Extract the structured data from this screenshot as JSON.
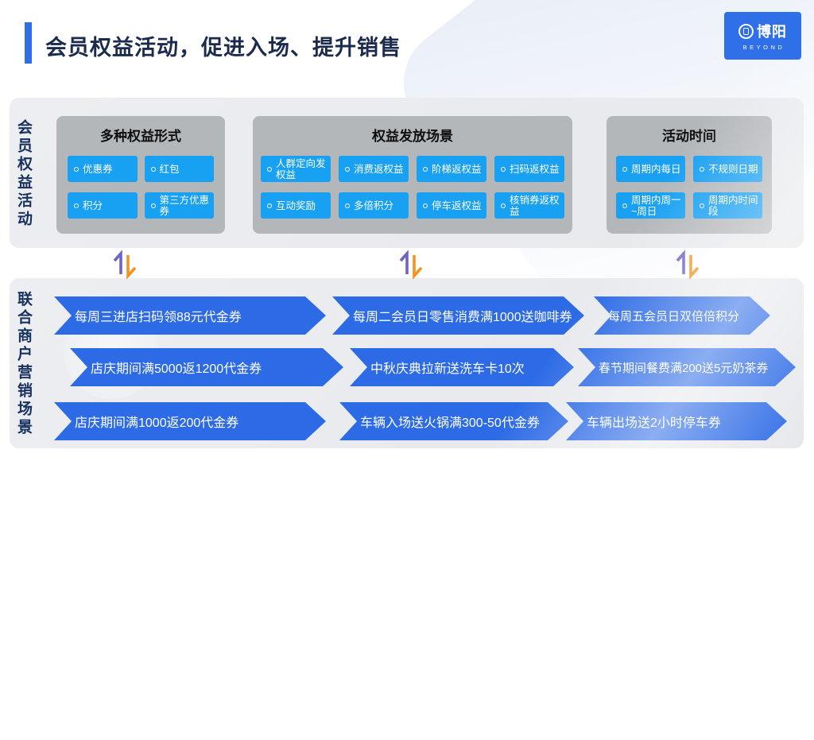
{
  "header": {
    "title": "会员权益活动，促进入场、提升销售",
    "logo": {
      "name_cn": "博阳",
      "name_en": "BEYOND"
    }
  },
  "colors": {
    "accent_blue": "#2E6FE8",
    "pill_blue": "#18A0F2",
    "banner_blue": "#2D6BE6",
    "title_navy": "#1B2B4D",
    "box_gray": "#B4B7BA",
    "panel_gray": "#E9EBEE",
    "arrow_purple": "#6E63C6",
    "arrow_orange": "#F39422"
  },
  "top_panel": {
    "side_label": "会员权益活动",
    "boxes": [
      {
        "title": "多种权益形式",
        "items": [
          "优惠券",
          "红包",
          "积分",
          "第三方优惠券"
        ]
      },
      {
        "title": "权益发放场景",
        "items": [
          "人群定向发权益",
          "消费返权益",
          "阶梯返权益",
          "扫码返权益",
          "互动奖励",
          "多倍积分",
          "停车返权益",
          "核销券返权益"
        ]
      },
      {
        "title": "活动时间",
        "items": [
          "周期内每日",
          "不规则日期",
          "周期内周一~周日",
          "周期内时间段"
        ]
      }
    ]
  },
  "bottom_panel": {
    "side_label": "联合商户营销场景",
    "rows": [
      [
        "每周三进店扫码领88元代金券",
        "每周二会员日零售消费满1000送咖啡券",
        "每周五会员日双倍倍积分"
      ],
      [
        "店庆期间满5000返1200代金券",
        "中秋庆典拉新送洗车卡10次",
        "春节期间餐费满200送5元奶茶券"
      ],
      [
        "店庆期间满1000返200代金券",
        "车辆入场送火锅满300-50代金券",
        "车辆出场送2小时停车券"
      ]
    ]
  }
}
